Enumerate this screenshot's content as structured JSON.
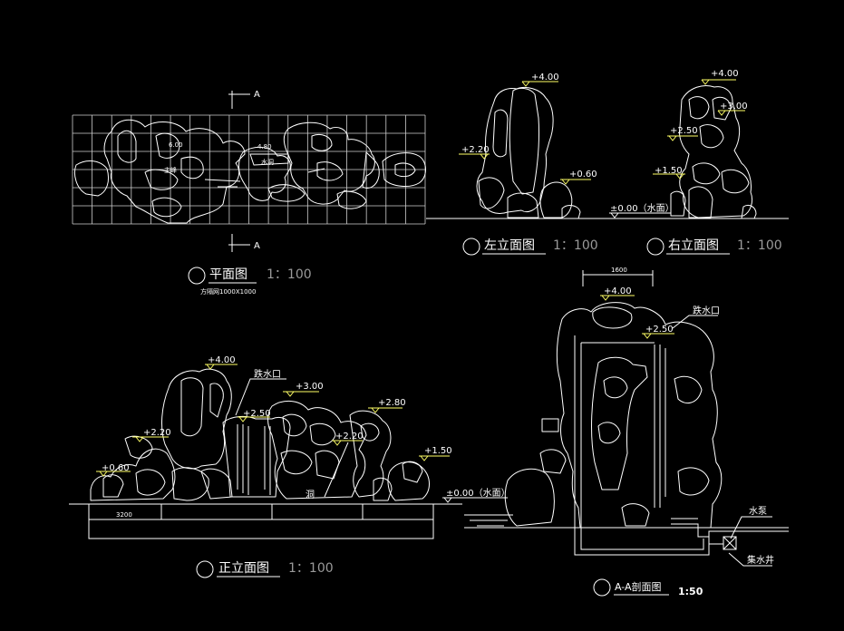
{
  "plan": {
    "title": "平面图",
    "scale": "1：100",
    "grid_note": "方隔网1000X1000",
    "section_mark": "A",
    "labels": {
      "peak_elev": "6.00",
      "main_peak": "主峰",
      "elev_480": "4.80",
      "cave": "水洞"
    }
  },
  "left_elev": {
    "title": "左立面图",
    "scale": "1：100",
    "levels": {
      "top": "+4.00",
      "mid": "+2.20",
      "low": "+0.60",
      "water": "±0.00（水面）"
    }
  },
  "right_elev": {
    "title": "右立面图",
    "scale": "1：100",
    "levels": {
      "top": "+4.00",
      "l300": "+3.00",
      "l250": "+2.50",
      "l150": "+1.50"
    }
  },
  "front_elev": {
    "title": "正立面图",
    "scale": "1：100",
    "levels": {
      "top": "+4.00",
      "l300": "+3.00",
      "l280": "+2.80",
      "l250": "+2.50",
      "l220a": "+2.20",
      "l220b": "+2.20",
      "l150": "+1.50",
      "l060": "+0.60",
      "water": "±0.00（水面）"
    },
    "labels": {
      "outlet": "跌水口",
      "cave": "洞",
      "width": "3200"
    }
  },
  "section": {
    "title": "A-A剖面图",
    "scale": "1:50",
    "width": "1600",
    "levels": {
      "top": "+4.00",
      "l250": "+2.50"
    },
    "labels": {
      "outlet": "跌水口",
      "pump": "水泵",
      "sump": "集水井"
    }
  }
}
